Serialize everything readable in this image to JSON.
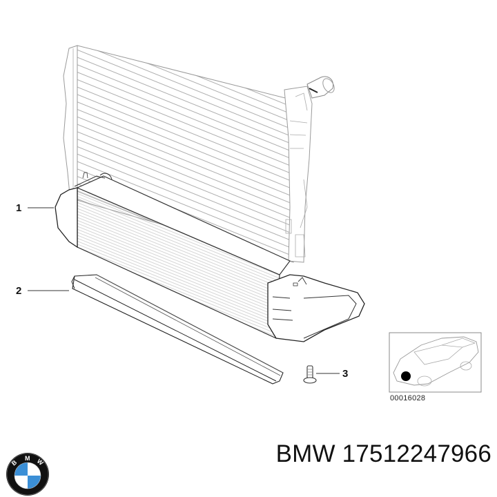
{
  "diagram": {
    "callouts": [
      {
        "id": "1",
        "label": "1",
        "part": "intercooler"
      },
      {
        "id": "2",
        "label": "2",
        "part": "trim-strip"
      },
      {
        "id": "3",
        "label": "3",
        "part": "screw"
      }
    ],
    "inset": {
      "caption": "00016028",
      "marker_color": "#000000"
    }
  },
  "footer": {
    "brand": "BMW",
    "part_number_text": "BMW 17512247966",
    "logo": {
      "letters": [
        "B",
        "M",
        "W"
      ],
      "blue": "#3b8fd6",
      "white": "#ffffff",
      "ring": "#111111"
    }
  },
  "colors": {
    "line": "#333333",
    "light_line": "#9a9a9a",
    "background": "#ffffff"
  }
}
